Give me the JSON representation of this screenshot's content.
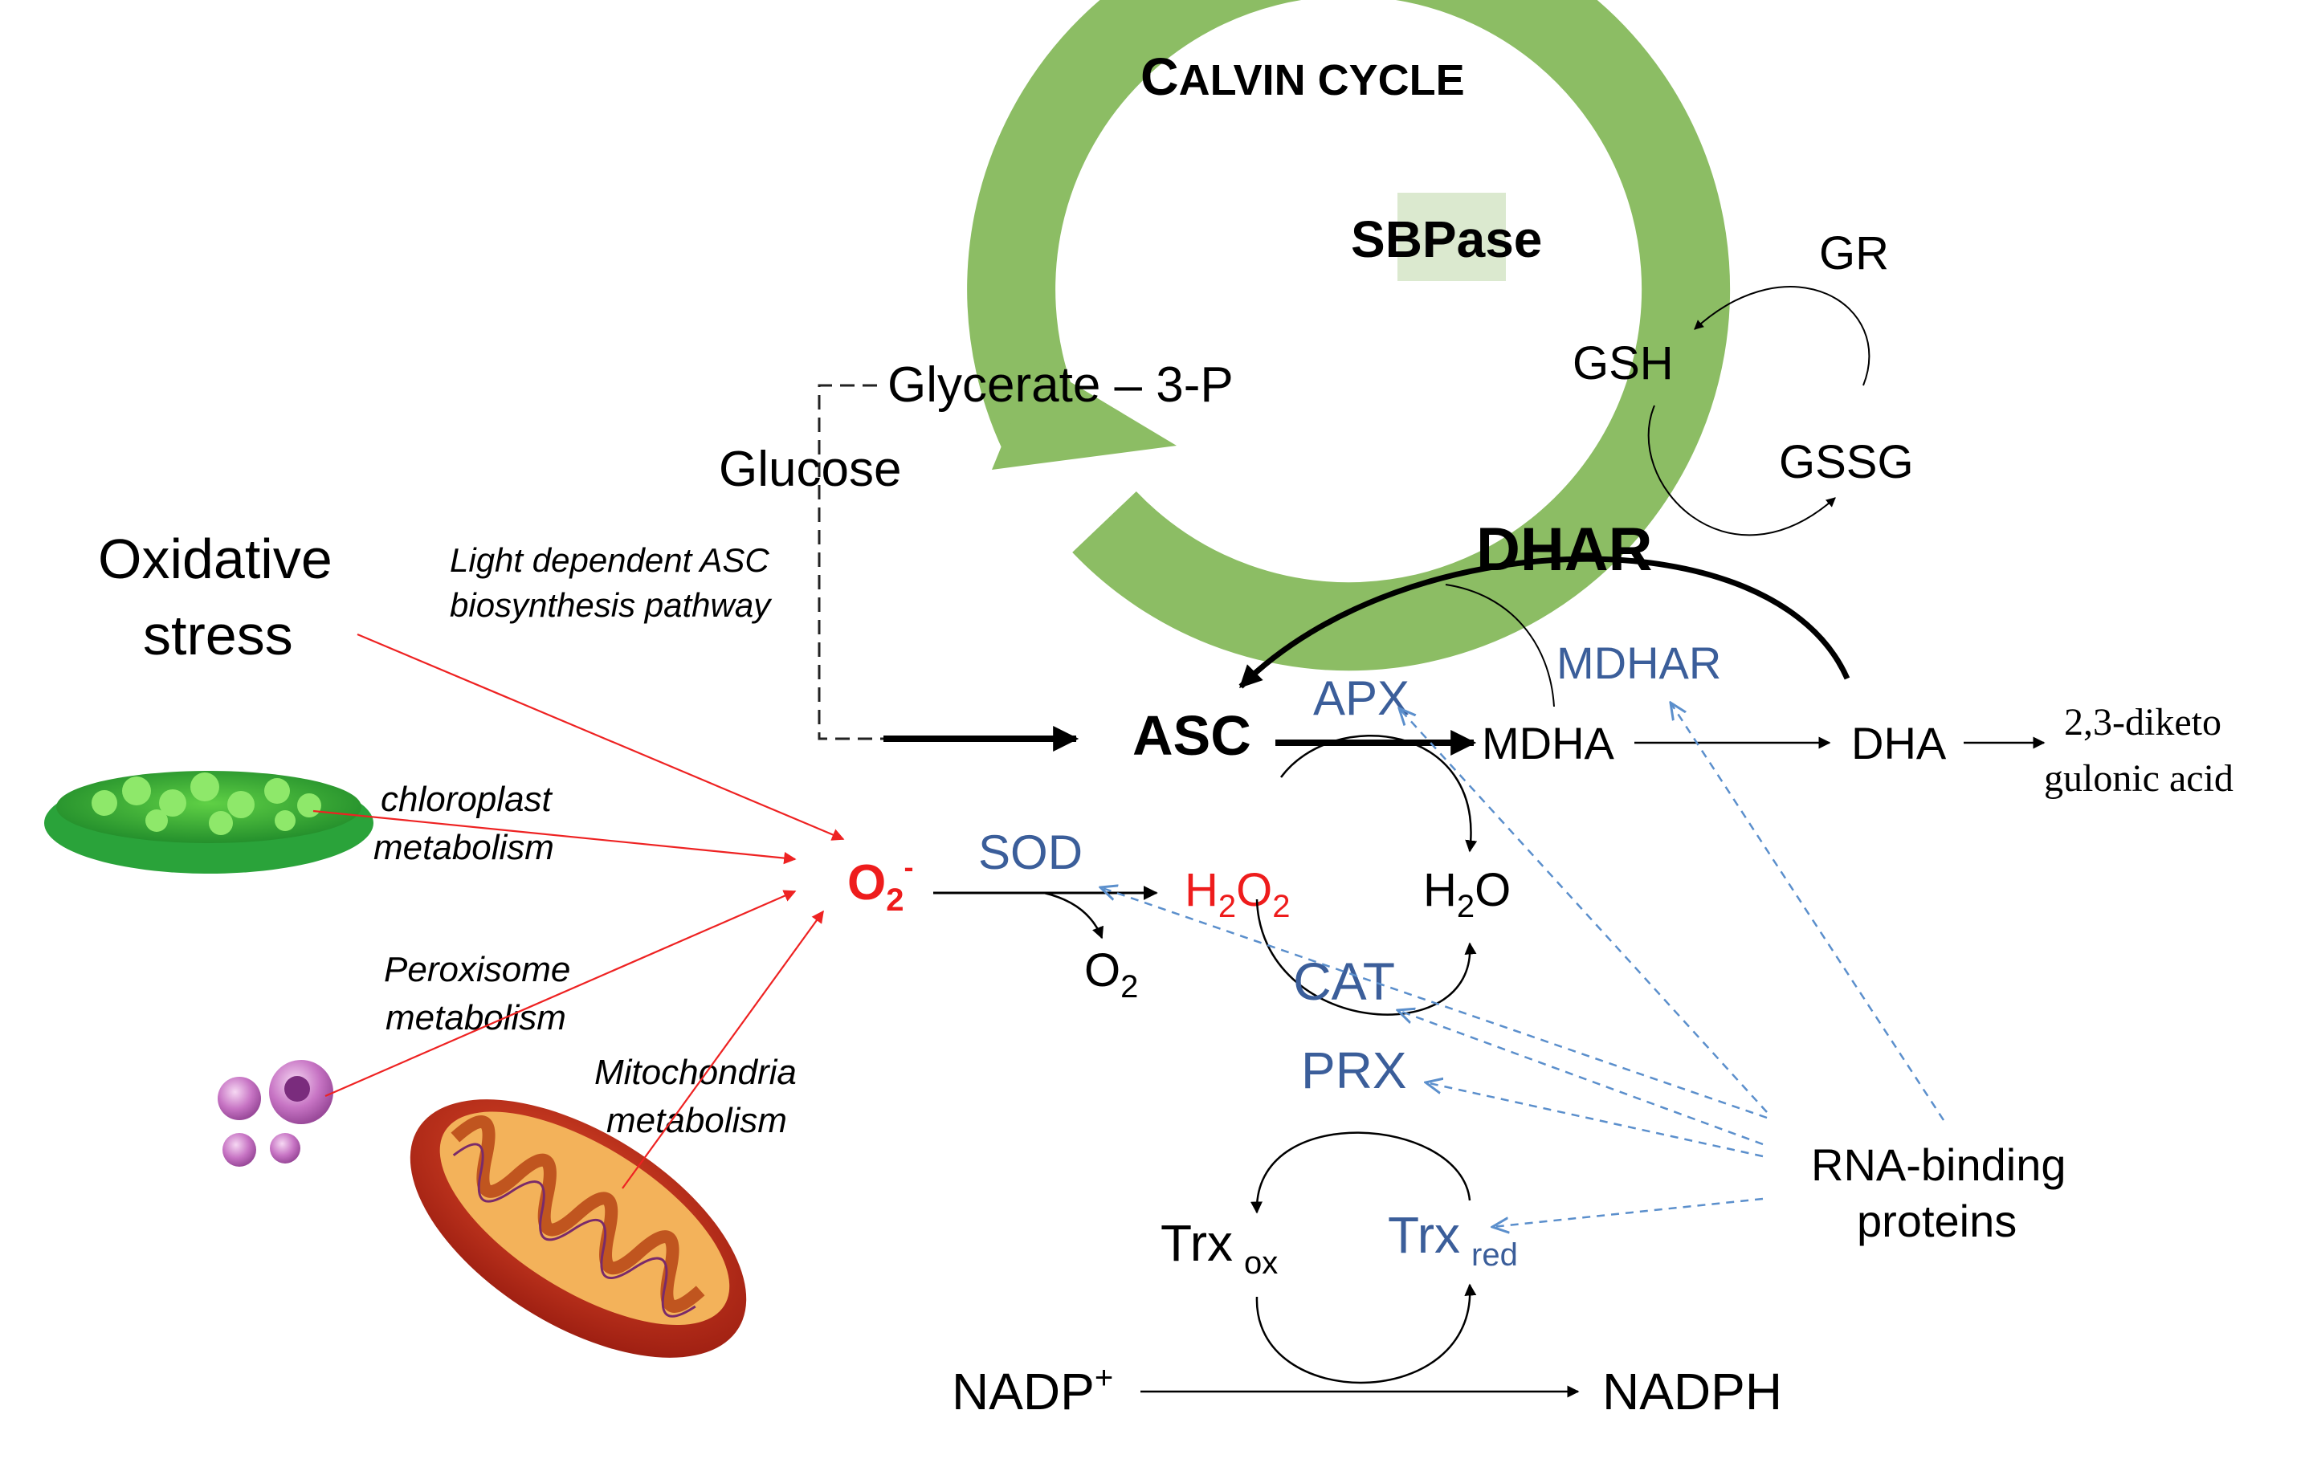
{
  "calvin": {
    "title_big": "C",
    "title_rest": "ALVIN CYCLE",
    "sbpase": "SBPase",
    "ring_color": "#8cbd64",
    "highlight_color": "#dbe9cf"
  },
  "glycerate": "Glycerate – 3-P",
  "glucose": "Glucose",
  "pathway_label": {
    "line1": "Light dependent ASC",
    "line2": "biosynthesis pathway"
  },
  "oxidative": {
    "line1": "Oxidative",
    "line2": "stress"
  },
  "sources": {
    "chloroplast": {
      "line1": "chloroplast",
      "line2": "metabolism"
    },
    "peroxisome": {
      "line1": "Peroxisome",
      "line2": "metabolism"
    },
    "mitochondria": {
      "line1": "Mitochondria",
      "line2": "metabolism"
    }
  },
  "species": {
    "asc": "ASC",
    "mdha": "MDHA",
    "dha": "DHA",
    "diketo": {
      "line1": "2,3-diketo",
      "line2": "gulonic acid"
    },
    "o2_radical": {
      "base": "O",
      "sub": "2",
      "sup": "-"
    },
    "h2o2": {
      "h": "H",
      "sub1": "2",
      "o": "O",
      "sub2": "2"
    },
    "h2o": {
      "h": "H",
      "sub": "2",
      "o": "O"
    },
    "o2": {
      "base": "O",
      "sub": "2"
    },
    "gsh": "GSH",
    "gssg": "GSSG",
    "trx_ox": {
      "base": "Trx",
      "sub": "ox"
    },
    "trx_red": {
      "base": "Trx",
      "sub": "red"
    },
    "nadp": {
      "base": "NADP",
      "sup": "+"
    },
    "nadph": "NADPH"
  },
  "enzymes": {
    "dhar": "DHAR",
    "mdhar": "MDHAR",
    "apx": "APX",
    "sod": "SOD",
    "cat": "CAT",
    "prx": "PRX",
    "gr": "GR"
  },
  "rna_binding": {
    "line1": "RNA-binding",
    "line2": "proteins"
  },
  "colors": {
    "enzyme_blue": "#3b5e9a",
    "ros_red": "#ee1c1c",
    "arrow_red": "#ee2222",
    "dashed_blue": "#5b8fcc"
  }
}
